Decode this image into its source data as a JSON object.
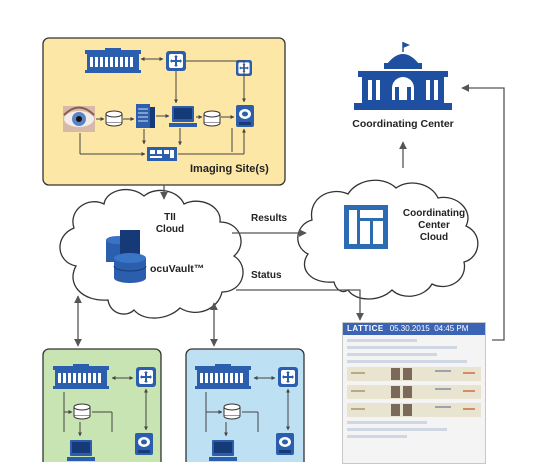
{
  "labels": {
    "imaging_sites": "Imaging Site(s)",
    "tii_cloud": "TII\nCloud",
    "ocuvault": "ocuVault™",
    "results": "Results",
    "status": "Status",
    "coordinating_center": "Coordinating Center",
    "cc_cloud": "Coordinating\nCenter\nCloud"
  },
  "dashboard": {
    "brand": "LATTICE",
    "date": "05.30.2015",
    "time": "04:45 PM"
  },
  "colors": {
    "imaging_fill": "#fce7a6",
    "green_fill": "#c7e4b2",
    "blue_fill": "#bde1f3",
    "icon_blue": "#2b5fad",
    "cc_blue": "#1f4fa0",
    "box_border": "#333333",
    "arrow": "#555555"
  },
  "icons": [
    "hospital-building-icon",
    "network-switch-icon",
    "eye-image",
    "storage-cylinder-icon",
    "server-icon",
    "workstation-computer-icon",
    "disc-viewer-icon",
    "network-hub-icon",
    "database-stack-icon",
    "dashboard-layout-icon",
    "capitol-building-icon"
  ]
}
